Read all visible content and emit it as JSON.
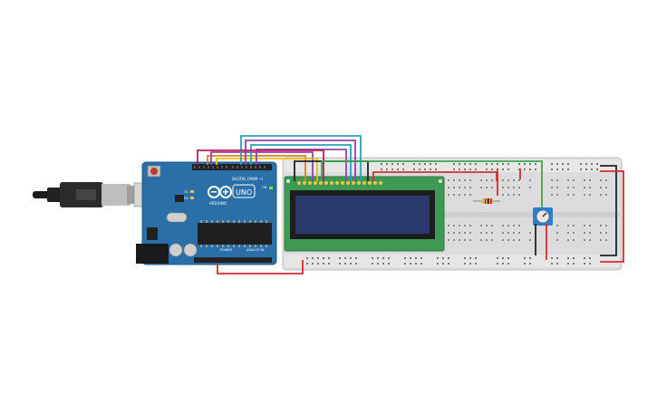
{
  "arduino": {
    "logo": "ARDUINO",
    "model": "UNO",
    "digital_label": "DIGITAL (PWM ~)",
    "power_label": "POWER",
    "analog_label": "ANALOG IN",
    "tx_label": "TX",
    "rx_label": "RX",
    "on_label": "ON"
  },
  "colors": {
    "board": "#2a6fa8",
    "breadboard": "#dcdcdc",
    "lcd_pcb": "#3d9a50",
    "lcd_screen": "#2a3a6e",
    "wire_red": "#d32f2f",
    "wire_black": "#222222",
    "wire_green": "#3aa657",
    "wire_purple": "#8e44ad",
    "wire_teal": "#2aa3b8",
    "wire_orange": "#e67e22",
    "wire_yellow": "#e8c213",
    "wire_pink": "#c2185b"
  },
  "icons": [
    "usb-cable-icon",
    "potentiometer-icon",
    "resistor-icon",
    "reset-button-icon"
  ]
}
